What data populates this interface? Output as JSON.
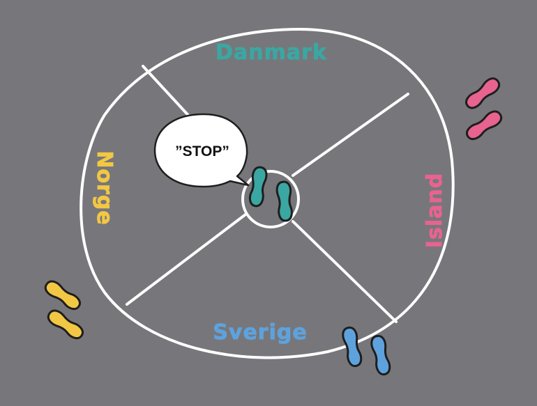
{
  "regions": {
    "north": {
      "label": "Danmark",
      "color": "#3aa7a2"
    },
    "west": {
      "label": "Norge",
      "color": "#f2c744"
    },
    "east": {
      "label": "Island",
      "color": "#e8638f"
    },
    "south": {
      "label": "Sverige",
      "color": "#5ea2dd"
    }
  },
  "speech_bubble": {
    "text": "”STOP”"
  },
  "colors": {
    "background": "#77777b",
    "lines": "#ffffff",
    "footprint_outline": "#1e1e1e",
    "center_footprints": "#3aa7a2",
    "pink_footprints": "#e8638f",
    "yellow_footprints": "#f2c744",
    "blue_footprints": "#5ea2dd"
  }
}
